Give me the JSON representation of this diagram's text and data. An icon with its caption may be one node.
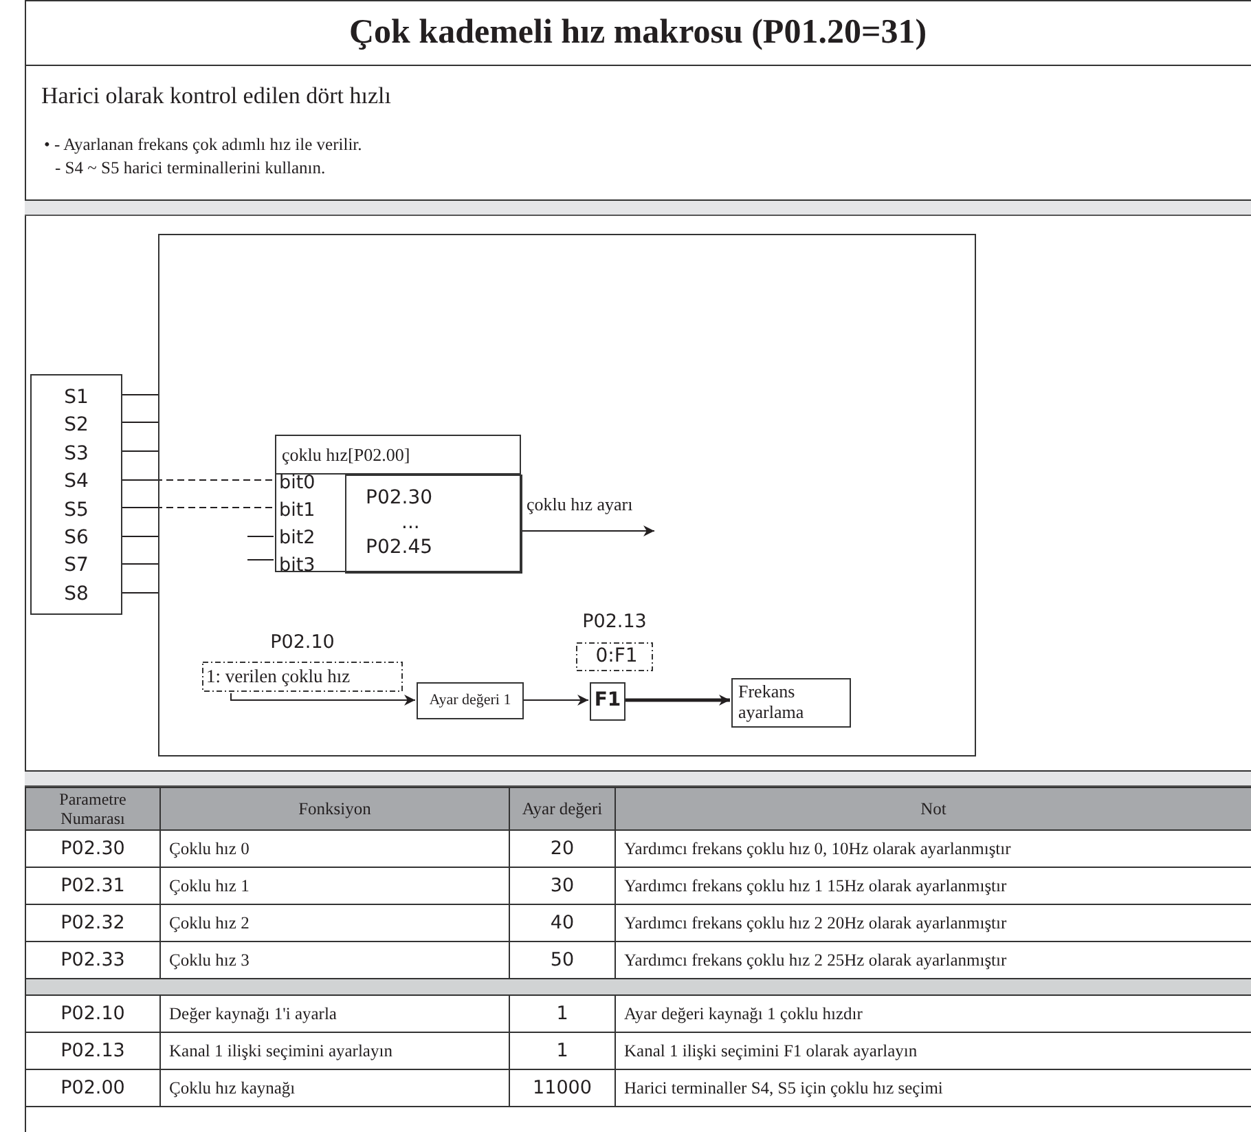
{
  "diagram": {
    "title": "Çok kademeli hız makrosu (P01.20=31)",
    "nodes": [
      {
        "text": [],
        "shape": "box"
      },
      {
        "text": [
          "S1",
          "S2",
          "S3",
          "S4",
          "S5",
          "S6",
          "S7",
          "S8"
        ]
      },
      {
        "text": [
          "çoklu hız[P02.00]",
          "bit0",
          "bit1",
          "bit2",
          "bit3"
        ],
        "in": 0
      },
      {
        "text": [
          "P02.30",
          "...",
          "P02.45"
        ],
        "in": 2
      },
      {
        "text": [
          "P02.10",
          "1: verilen çoklu hız"
        ],
        "in": 0
      },
      {
        "text": [
          "Ayar değeri 1"
        ],
        "in": 0
      },
      {
        "text": [
          "P02.13",
          "0:F1"
        ],
        "in": 0
      },
      {
        "text": [
          "F1"
        ],
        "in": 0
      },
      {
        "text": [
          "Frekans ayarlama"
        ],
        "in": 0
      }
    ],
    "edges": [
      {
        "from": 1,
        "to": 0,
        "arrow": "none"
      },
      {
        "from": 1,
        "to": 0,
        "arrow": "none"
      },
      {
        "from": 1,
        "to": 0,
        "arrow": "none"
      },
      {
        "from": 1,
        "to": 0,
        "arrow": "none"
      },
      {
        "from": 1,
        "to": 0,
        "arrow": "none"
      },
      {
        "from": 1,
        "to": 0,
        "arrow": "none"
      },
      {
        "from": 1,
        "to": 0,
        "arrow": "none"
      },
      {
        "from": 1,
        "to": 0,
        "arrow": "none"
      },
      {
        "from": 1,
        "to": 2,
        "arrow": "none",
        "style": "dashed"
      },
      {
        "from": 1,
        "to": 2,
        "arrow": "none",
        "style": "dashed"
      },
      {
        "from": null,
        "to": 2,
        "arrow": "none"
      },
      {
        "from": null,
        "to": 2,
        "arrow": "none"
      },
      {
        "from": 3,
        "to": null,
        "arrow": "to",
        "label": "çoklu hız ayarı"
      },
      {
        "from": 4,
        "to": 5,
        "arrow": "to"
      },
      {
        "from": 5,
        "to": 7,
        "arrow": "to"
      },
      {
        "from": 7,
        "to": 8,
        "arrow": "to",
        "style": "thick"
      }
    ],
    "labels": [
      "Harici olarak kontrol edilen dört hızlı",
      "• - Ayarlanan frekans çok adımlı hız ile verilir.",
      "- S4 ~ S5 harici terminallerini kullanın.",
      "Parametre Numarası",
      "Fonksiyon",
      "Ayar değeri",
      "Not",
      "P02.30",
      "Çoklu hız 0",
      "20",
      "Yardımcı frekans çoklu hız 0, 10Hz olarak ayarlanmıştır",
      "P02.31",
      "Çoklu hız 1",
      "30",
      "Yardımcı frekans çoklu hız 1 15Hz olarak ayarlanmıştır",
      "P02.32",
      "Çoklu hız 2",
      "40",
      "Yardımcı frekans çoklu hız 2 20Hz olarak ayarlanmıştır",
      "P02.33",
      "Çoklu hız 3",
      "50",
      "Yardımcı frekans çoklu hız 2 25Hz olarak ayarlanmıştır",
      "P02.10",
      "Değer kaynağı 1'i ayarla",
      "1",
      "Ayar değeri kaynağı 1 çoklu hızdır",
      "P02.13",
      "Kanal 1 ilişki seçimini ayarlayın",
      "1",
      "Kanal 1 ilişki seçimini F1 olarak ayarlayın",
      "P02.00",
      "Çoklu hız kaynağı",
      "11000",
      "Harici terminaller S4, S5 için çoklu hız seçimi"
    ]
  }
}
